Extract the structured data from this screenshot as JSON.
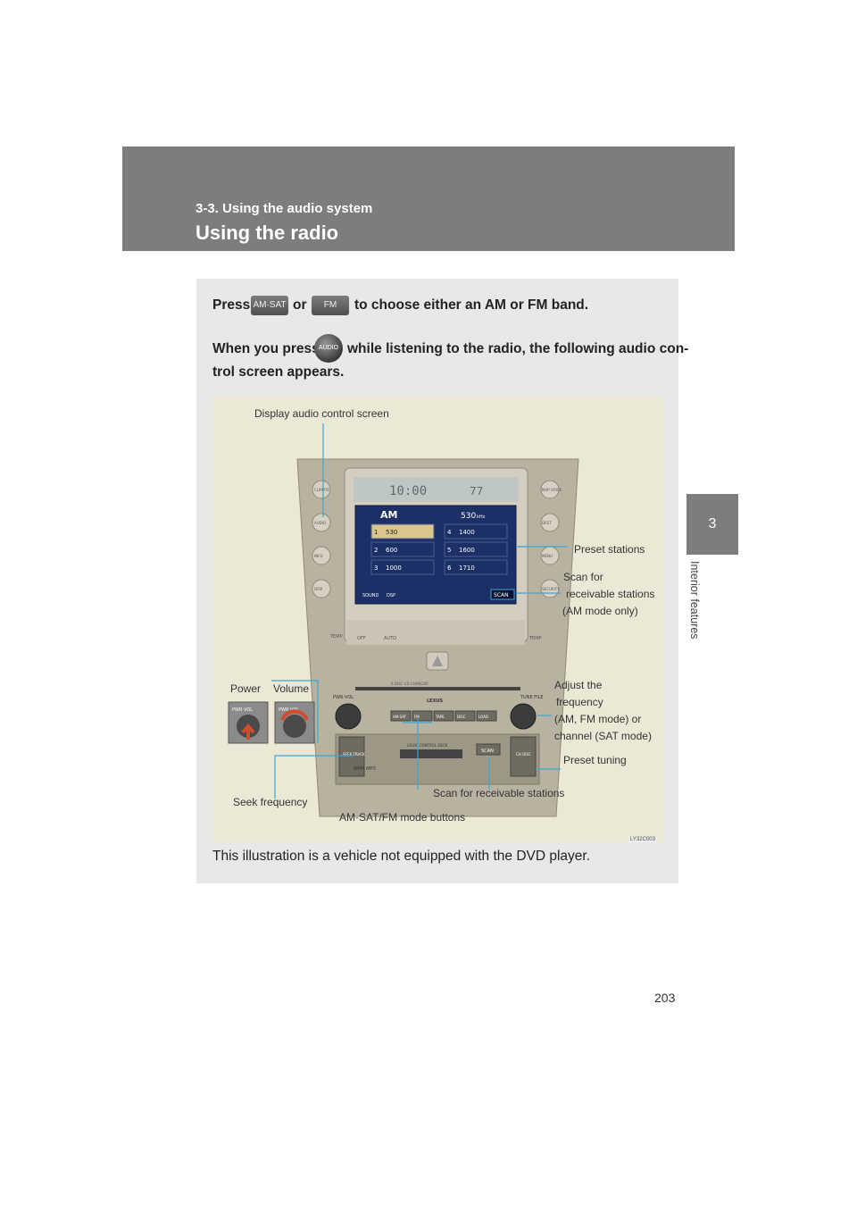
{
  "header": {
    "section": "3-3. Using the audio system",
    "title": "Using the radio"
  },
  "side_tab": {
    "number": "3",
    "label": "Interior features"
  },
  "intro": {
    "press": "Press",
    "or": "or",
    "choose_band": "to choose either an AM or FM band.",
    "when_you_press": "When you press",
    "while_listening": "while listening to the radio, the following audio con-",
    "screen_appears": "trol screen appears."
  },
  "buttons": {
    "amsat": "AM·SAT",
    "fm": "FM",
    "audio": "AUDIO"
  },
  "callouts": {
    "display_audio": "Display audio control screen",
    "preset_stations": "Preset stations",
    "scan_for": "Scan for",
    "receivable_stations": "receivable stations",
    "am_mode_only": "(AM mode only)",
    "power": "Power",
    "volume": "Volume",
    "adjust_the": "Adjust the",
    "frequency": "frequency",
    "am_fm_mode_or": "(AM, FM mode) or",
    "channel_sat_mode": "channel (SAT mode)",
    "preset_tuning": "Preset tuning",
    "scan_receivable": "Scan for receivable stations",
    "seek_frequency": "Seek frequency",
    "mode_buttons": "AM·SAT/FM mode buttons"
  },
  "radio_screen": {
    "clock": "10:00",
    "temp": "77",
    "band": "AM",
    "freq": "530",
    "freq_unit": "kHz",
    "presets": [
      {
        "n": "1",
        "f": "530"
      },
      {
        "n": "2",
        "f": "600"
      },
      {
        "n": "3",
        "f": "1000"
      },
      {
        "n": "4",
        "f": "1400"
      },
      {
        "n": "5",
        "f": "1600"
      },
      {
        "n": "6",
        "f": "1710"
      }
    ],
    "sound": "SOUND",
    "dsp": "DSP",
    "scan": "SCAN"
  },
  "console": {
    "left_buttons": [
      "CLIMATE",
      "AUDIO",
      "INFO",
      "DISP"
    ],
    "right_buttons": [
      "MAP VOICE",
      "DEST",
      "MENU",
      "SECURITY"
    ],
    "temp": "TEMP",
    "pwr_vol": "PWR·VOL",
    "tune_file": "TUNE FILE",
    "changer": "6 DISC CD CHANGER",
    "brand": "LEXUS",
    "mode_keys": [
      "AM·SAT",
      "FM",
      "TAPE",
      "DISC",
      "LOAD"
    ],
    "seek_track": "SEEK TRACK",
    "ch_disc": "CH DISC",
    "scan": "SCAN",
    "logic": "LOGIC CONTROL DECK",
    "wma": "WMA  MP3",
    "off": "OFF",
    "auto": "AUTO"
  },
  "inset": {
    "pwr_vol": "PWR VOL"
  },
  "illustration_code": "LY32C003",
  "caption": "This illustration is a vehicle not equipped with the DVD player.",
  "page_number": "203",
  "colors": {
    "header": "#7d7d80",
    "panel": "#e8e8e8",
    "illustration_bg": "#ebe8d5",
    "callout_line": "#3ca6d6"
  }
}
